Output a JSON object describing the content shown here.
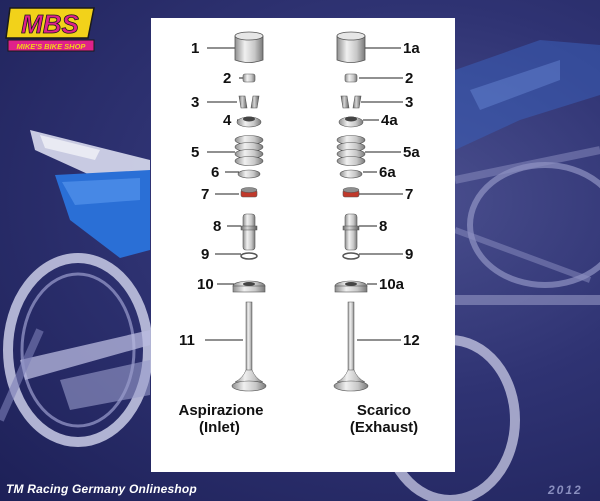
{
  "logo": {
    "brand": "MBS",
    "tagline": "MIKE'S BIKE SHOP"
  },
  "diagram": {
    "inlet": {
      "caption_line1": "Aspirazione",
      "caption_line2": "(Inlet)",
      "labels": [
        "1",
        "2",
        "3",
        "4",
        "5",
        "6",
        "7",
        "8",
        "9",
        "10",
        "11"
      ]
    },
    "exhaust": {
      "caption_line1": "Scarico",
      "caption_line2": "(Exhaust)",
      "labels": [
        "1a",
        "2",
        "3",
        "4a",
        "5a",
        "6a",
        "7",
        "8",
        "9",
        "10a",
        "12"
      ]
    }
  },
  "footer": {
    "shop_text": "TM Racing Germany  Onlineshop",
    "year_text": "2012"
  },
  "colors": {
    "background": "#2f3373",
    "panel": "#ffffff",
    "seal_accent": "#c0392b",
    "bike_blue": "#2a6fd6",
    "logo_yellow": "#f2d21a",
    "logo_pink": "#e0218a"
  }
}
